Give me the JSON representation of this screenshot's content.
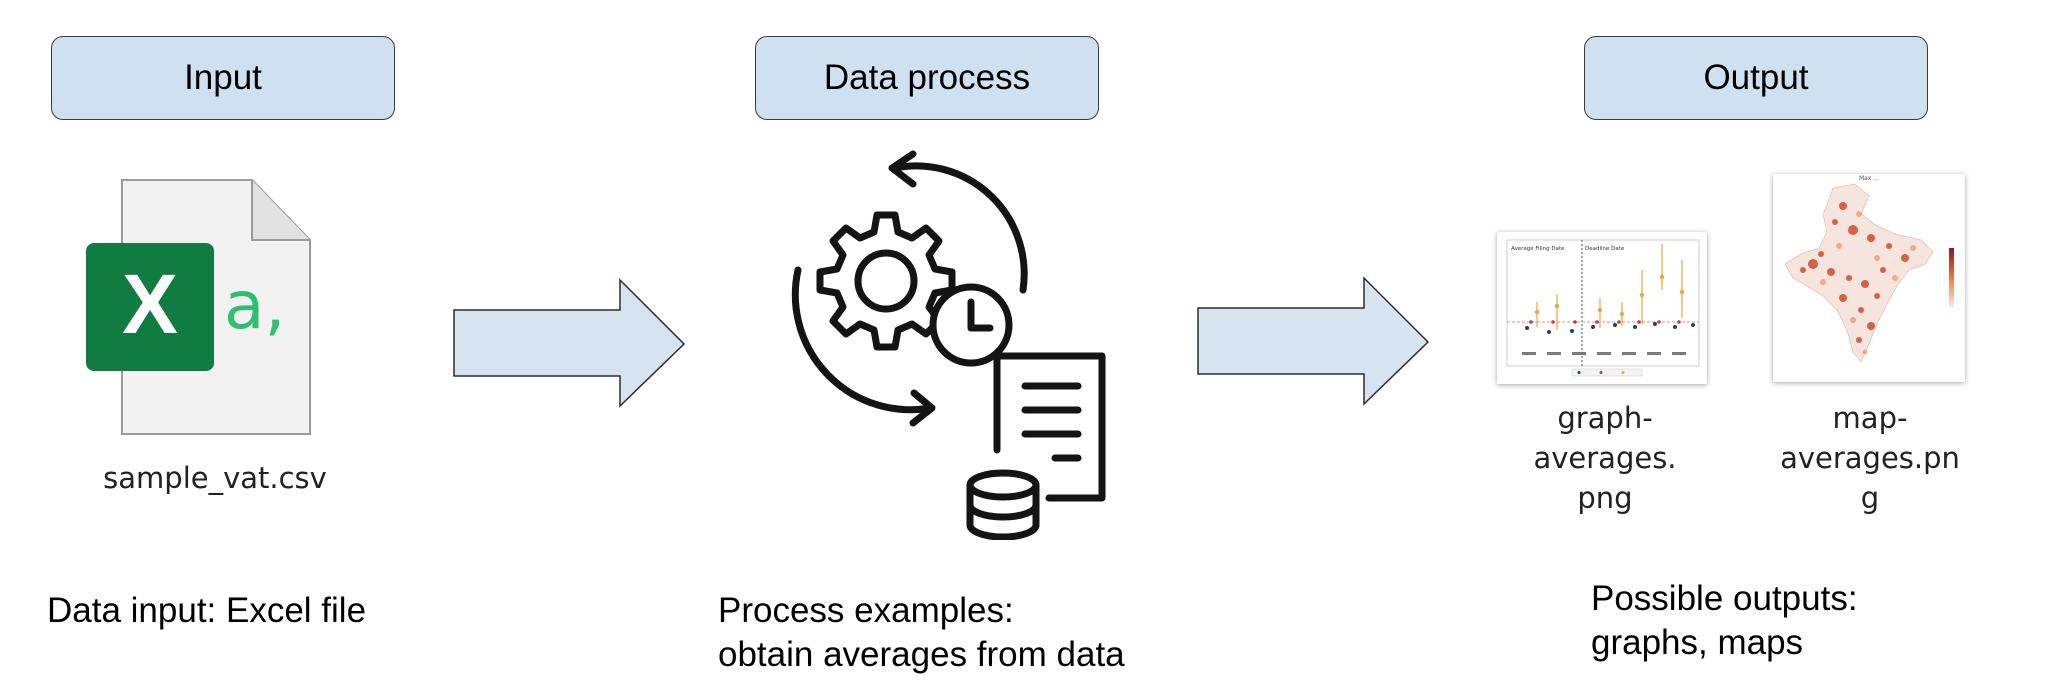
{
  "columns": {
    "input": {
      "header": "Input",
      "file_name": "sample_vat.csv",
      "excel_letter": "X",
      "excel_suffix": "a,",
      "caption": "Data input: Excel file"
    },
    "process": {
      "header": "Data process",
      "caption_line1": "Process examples:",
      "caption_line2": "obtain averages from data"
    },
    "output": {
      "header": "Output",
      "graph_file_line1": "graph-averages.",
      "graph_file_line2": "png",
      "map_file_line1": "map-averages.pn",
      "map_file_line2": "g",
      "graph_thumb_title_left": "Average Filing Date",
      "graph_thumb_title_right": "Deadline Date",
      "map_thumb_title": "Max ...",
      "caption_line1": "Possible outputs:",
      "caption_line2": "graphs, maps"
    }
  },
  "icons": {
    "input": "excel-file-icon",
    "process": "gear-clock-database-icon",
    "output_graph": "graph-thumbnail",
    "output_map": "map-thumbnail"
  },
  "colors": {
    "header_fill": "#cfe0f1",
    "arrow_fill": "#d6e4f2",
    "excel_green": "#107c41",
    "excel_light_green": "#2fbf71"
  }
}
